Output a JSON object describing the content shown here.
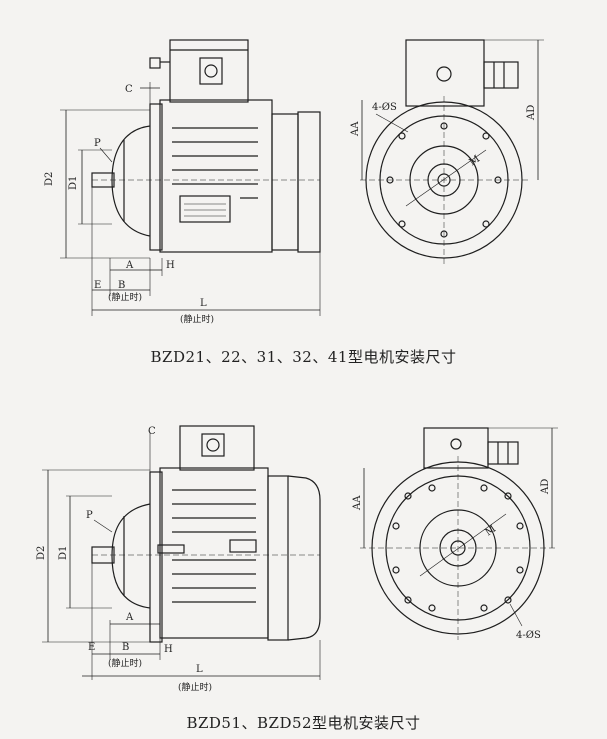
{
  "captions": {
    "top": "BZD21、22、31、32、41型电机安装尺寸",
    "bottom": "BZD51、BZD52型电机安装尺寸"
  },
  "labels": {
    "C": "C",
    "P": "P",
    "D1": "D1",
    "D2": "D2",
    "A": "A",
    "B": "B",
    "E": "E",
    "H": "H",
    "L": "L",
    "static": "(静止时)",
    "holes": "4-ØS",
    "AA": "AA",
    "AD": "AD",
    "M": "M"
  },
  "colors": {
    "line": "#1e1e1e",
    "background": "#f4f3f1"
  }
}
